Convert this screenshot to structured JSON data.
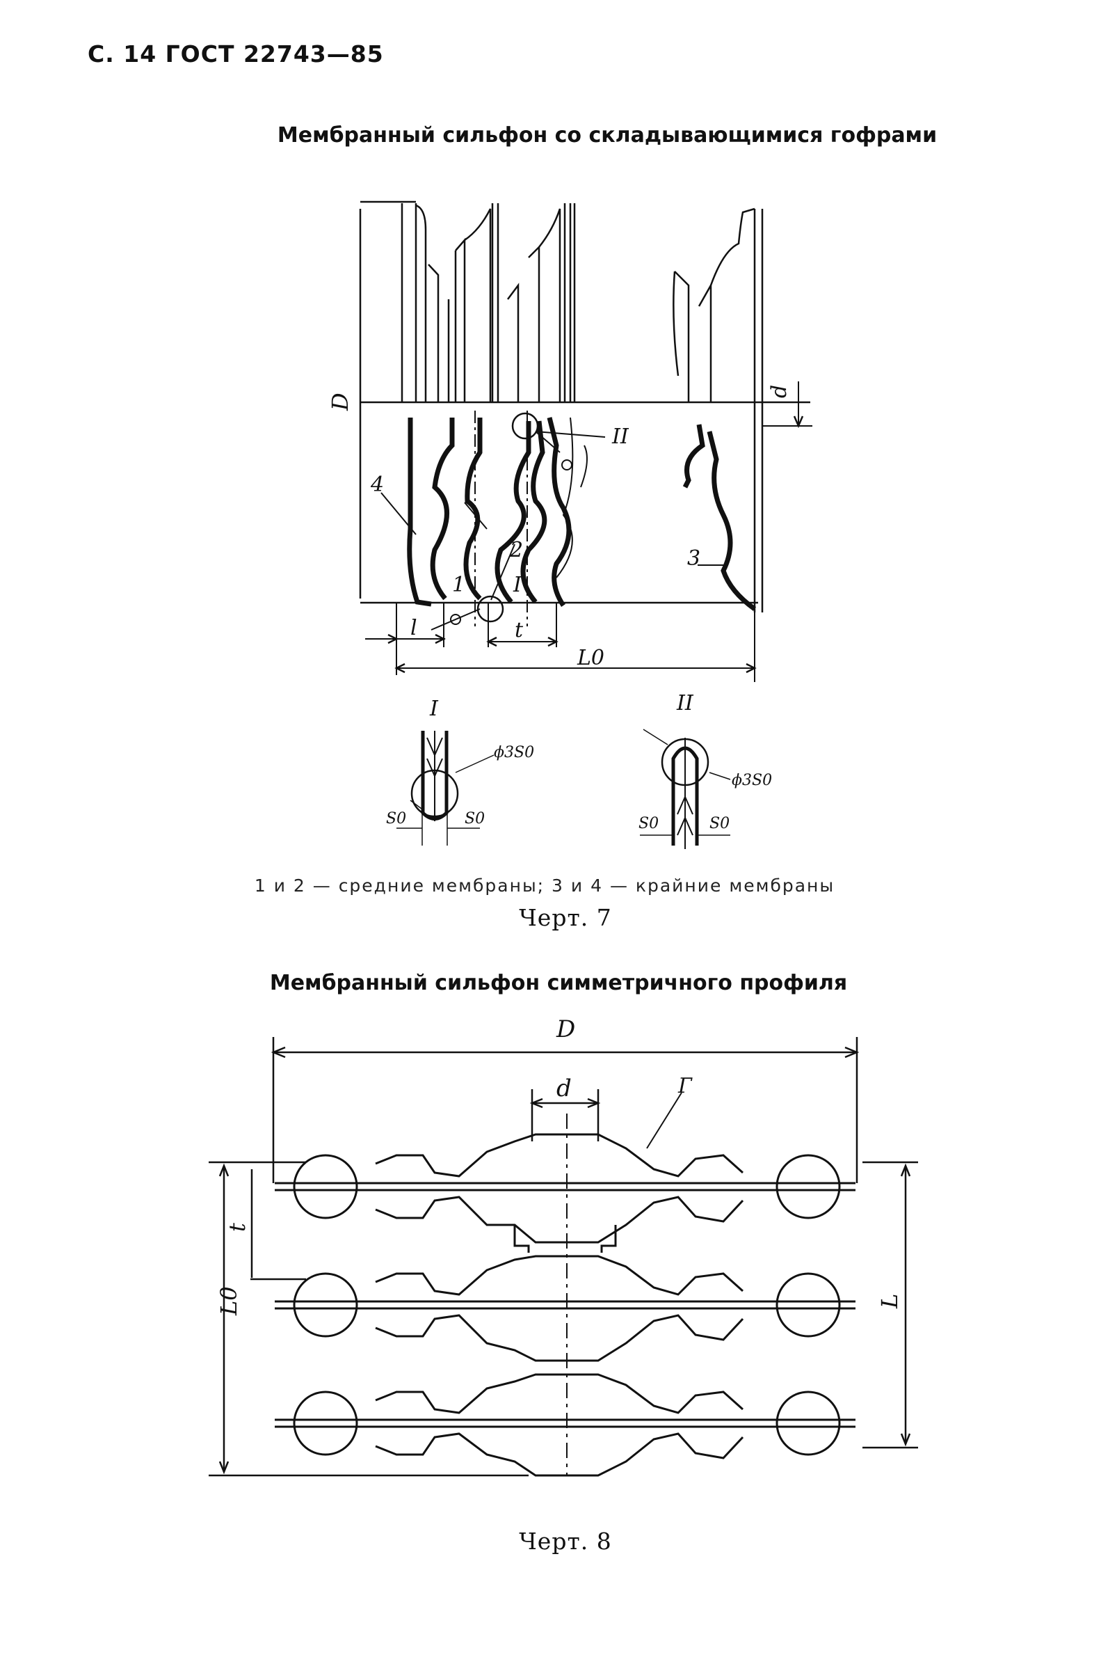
{
  "header": {
    "text": "С. 14 ГОСТ 22743—85"
  },
  "figure7": {
    "title": "Мембранный сильфон со складывающимися гофрами",
    "labels": {
      "D": "D",
      "d": "d",
      "l": "l",
      "t": "t",
      "L0": "L0",
      "II_marker": "II",
      "I_marker": "I",
      "num1": "1",
      "num2": "2",
      "num3": "3",
      "num4": "4"
    },
    "detail_I": {
      "title": "I",
      "diam": "ϕ3S0",
      "s0_left": "S0",
      "s0_right": "S0"
    },
    "detail_II": {
      "title": "II",
      "diam": "ϕ3S0",
      "s0_left": "S0",
      "s0_right": "S0"
    },
    "legend": "1 и 2 — средние мембраны; 3 и 4 — крайние мембраны",
    "caption": "Черт. 7"
  },
  "figure8": {
    "title": "Мембранный сильфон симметричного профиля",
    "labels": {
      "D": "D",
      "d": "d",
      "G": "Г",
      "t": "t",
      "L0": "L0",
      "L": "L"
    },
    "caption": "Черт. 8"
  }
}
